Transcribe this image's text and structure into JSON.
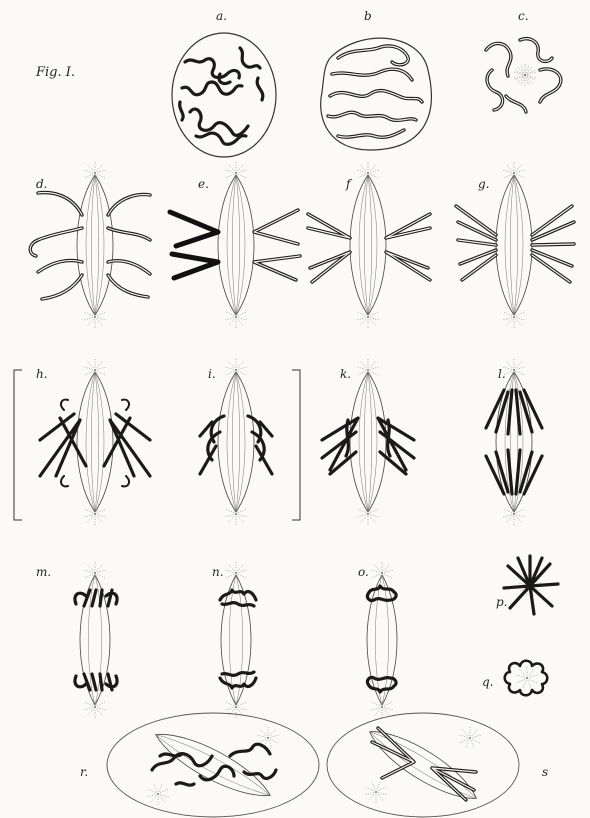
{
  "figure": {
    "title": "Fig. I.",
    "panels": [
      {
        "id": "a",
        "label": "a."
      },
      {
        "id": "b",
        "label": "b"
      },
      {
        "id": "c",
        "label": "c."
      },
      {
        "id": "d",
        "label": "d."
      },
      {
        "id": "e",
        "label": "e."
      },
      {
        "id": "f",
        "label": "f"
      },
      {
        "id": "g",
        "label": "g."
      },
      {
        "id": "h",
        "label": "h."
      },
      {
        "id": "i",
        "label": "i."
      },
      {
        "id": "k",
        "label": "k."
      },
      {
        "id": "l",
        "label": "l."
      },
      {
        "id": "m",
        "label": "m."
      },
      {
        "id": "n",
        "label": "n."
      },
      {
        "id": "o",
        "label": "o."
      },
      {
        "id": "p",
        "label": "p."
      },
      {
        "id": "q",
        "label": "q."
      },
      {
        "id": "r",
        "label": "r."
      },
      {
        "id": "s",
        "label": "s"
      }
    ]
  }
}
